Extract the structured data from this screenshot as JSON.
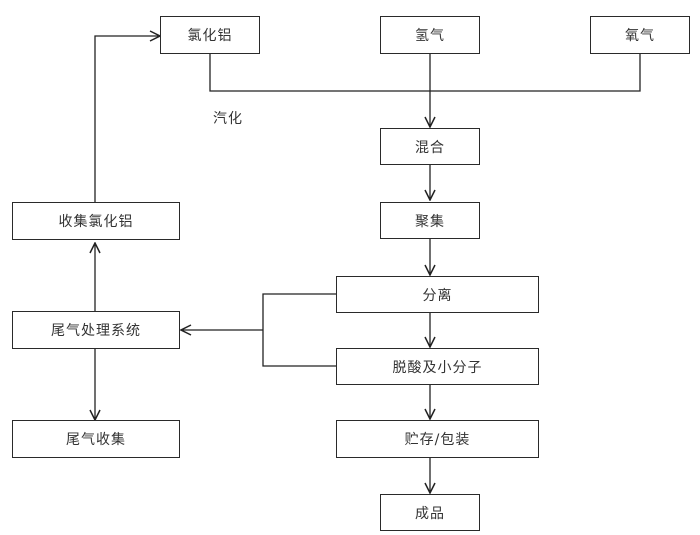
{
  "diagram": {
    "type": "process-flowchart",
    "nodes": {
      "aluminum_chloride": "氯化铝",
      "hydrogen": "氢气",
      "oxygen": "氧气",
      "mixing": "混合",
      "aggregation": "聚集",
      "separation": "分离",
      "deacidification": "脱酸及小分子",
      "storage_packaging": "贮存/包装",
      "finished_product": "成品",
      "collect_aluminum_chloride": "收集氯化铝",
      "tail_gas_treatment": "尾气处理系统",
      "tail_gas_collection": "尾气收集"
    },
    "edge_labels": {
      "vaporization": "汽化"
    },
    "edges": [
      {
        "from": "氯化铝",
        "to": "混合",
        "label": "汽化"
      },
      {
        "from": "氢气",
        "to": "混合"
      },
      {
        "from": "氧气",
        "to": "混合"
      },
      {
        "from": "混合",
        "to": "聚集"
      },
      {
        "from": "聚集",
        "to": "分离"
      },
      {
        "from": "分离",
        "to": "脱酸及小分子"
      },
      {
        "from": "分离",
        "to": "尾气处理系统"
      },
      {
        "from": "脱酸及小分子",
        "to": "尾气处理系统"
      },
      {
        "from": "脱酸及小分子",
        "to": "贮存/包装"
      },
      {
        "from": "贮存/包装",
        "to": "成品"
      },
      {
        "from": "尾气处理系统",
        "to": "收集氯化铝"
      },
      {
        "from": "尾气处理系统",
        "to": "尾气收集"
      },
      {
        "from": "收集氯化铝",
        "to": "氯化铝"
      }
    ]
  }
}
